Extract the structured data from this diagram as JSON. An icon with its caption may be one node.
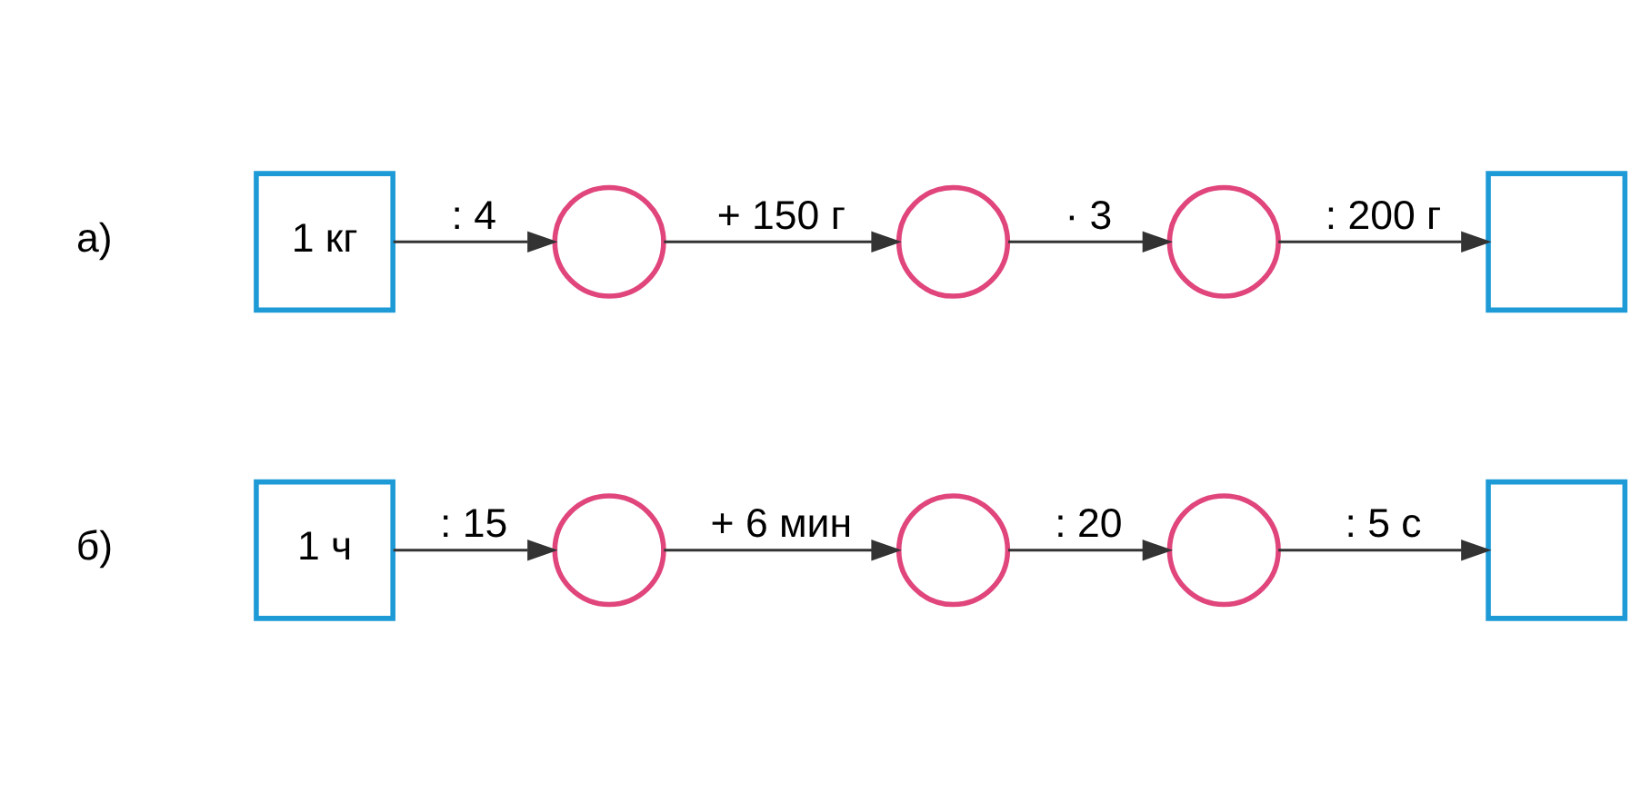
{
  "diagram": {
    "nodes": [
      {
        "text": [
          "1 кг"
        ]
      },
      {
        "text": [],
        "shape": "circle"
      },
      {
        "text": [],
        "shape": "circle"
      },
      {
        "text": [],
        "shape": "circle"
      },
      {
        "text": [],
        "shape": "box"
      },
      {
        "text": [
          "1 ч"
        ]
      },
      {
        "text": [],
        "shape": "circle"
      },
      {
        "text": [],
        "shape": "circle"
      },
      {
        "text": [],
        "shape": "circle"
      },
      {
        "text": [],
        "shape": "box"
      }
    ],
    "edges": [
      {
        "from": 0,
        "to": 1,
        "arrow": "to",
        "label": ": 4"
      },
      {
        "from": 1,
        "to": 2,
        "arrow": "to",
        "label": "+ 150 г"
      },
      {
        "from": 2,
        "to": 3,
        "arrow": "to",
        "label": "· 3"
      },
      {
        "from": 3,
        "to": 4,
        "arrow": "to",
        "label": ": 200 г"
      },
      {
        "from": 5,
        "to": 6,
        "arrow": "to",
        "label": ": 15"
      },
      {
        "from": 6,
        "to": 7,
        "arrow": "to",
        "label": "+ 6 мин"
      },
      {
        "from": 7,
        "to": 8,
        "arrow": "to",
        "label": ": 20"
      },
      {
        "from": 8,
        "to": 9,
        "arrow": "to",
        "label": ": 5 с"
      }
    ],
    "labels": [
      "а)",
      "б)"
    ]
  }
}
